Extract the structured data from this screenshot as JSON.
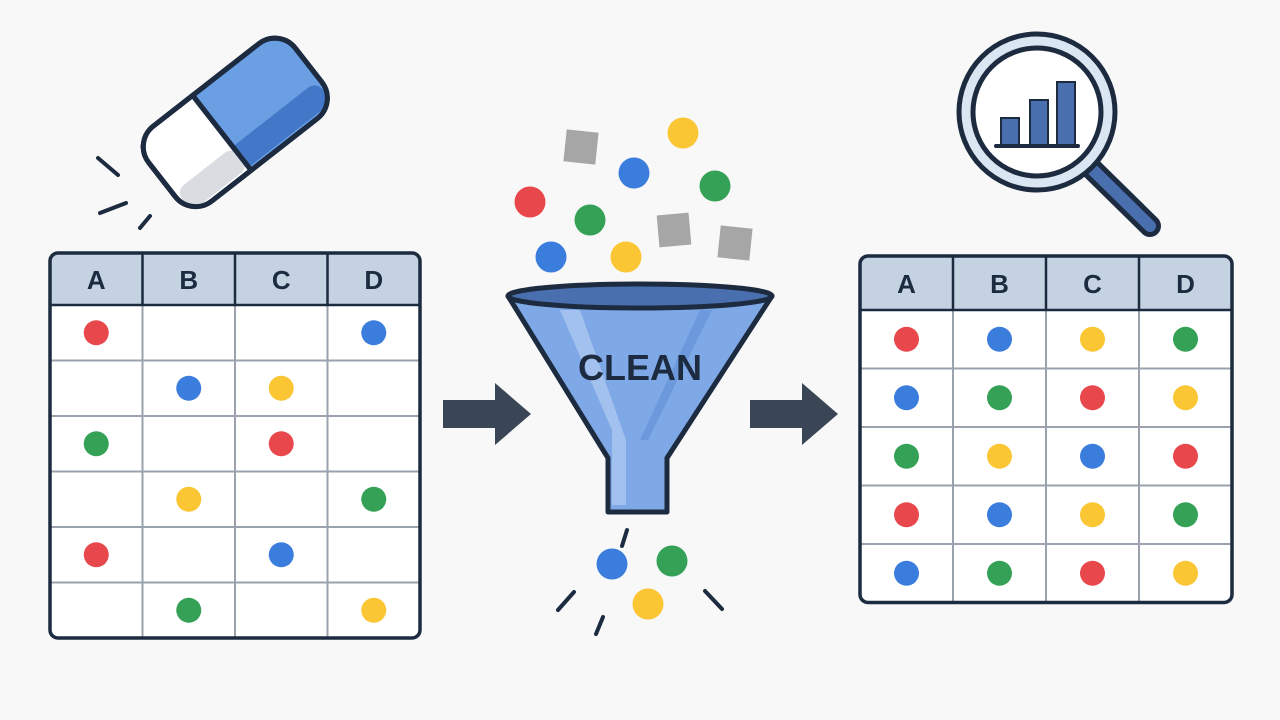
{
  "colors": {
    "red": "#e8474c",
    "blue": "#3b7ddd",
    "yellow": "#fbc633",
    "green": "#34a156",
    "gray": "#a6a6a6",
    "outline": "#1c2b3f",
    "header": "#c4d2e2",
    "grid": "#9aa3ad",
    "arrow": "#3a4656",
    "funnel": "#7ea8e6",
    "eraser": "#6a9fe4"
  },
  "raw_table": {
    "headers": [
      "A",
      "B",
      "C",
      "D"
    ],
    "rows": [
      [
        "red",
        "",
        "",
        "blue"
      ],
      [
        "",
        "blue",
        "yellow",
        ""
      ],
      [
        "green",
        "",
        "red",
        ""
      ],
      [
        "",
        "yellow",
        "",
        "green"
      ],
      [
        "red",
        "",
        "blue",
        ""
      ],
      [
        "",
        "green",
        "",
        "yellow"
      ]
    ]
  },
  "funnel": {
    "label": "CLEAN",
    "input_items": [
      "yellow",
      "gray",
      "blue",
      "green",
      "red",
      "green",
      "gray",
      "gray",
      "blue",
      "yellow"
    ],
    "output_items": [
      "blue",
      "green",
      "yellow"
    ]
  },
  "clean_table": {
    "headers": [
      "A",
      "B",
      "C",
      "D"
    ],
    "rows": [
      [
        "red",
        "blue",
        "yellow",
        "green"
      ],
      [
        "blue",
        "green",
        "red",
        "yellow"
      ],
      [
        "green",
        "yellow",
        "blue",
        "red"
      ],
      [
        "red",
        "blue",
        "yellow",
        "green"
      ],
      [
        "blue",
        "green",
        "red",
        "yellow"
      ]
    ]
  },
  "icons": {
    "eraser": "eraser-icon",
    "magnifier": "magnifying-glass-icon",
    "chart": "bar-chart-icon",
    "arrow": "arrow-right-icon"
  }
}
